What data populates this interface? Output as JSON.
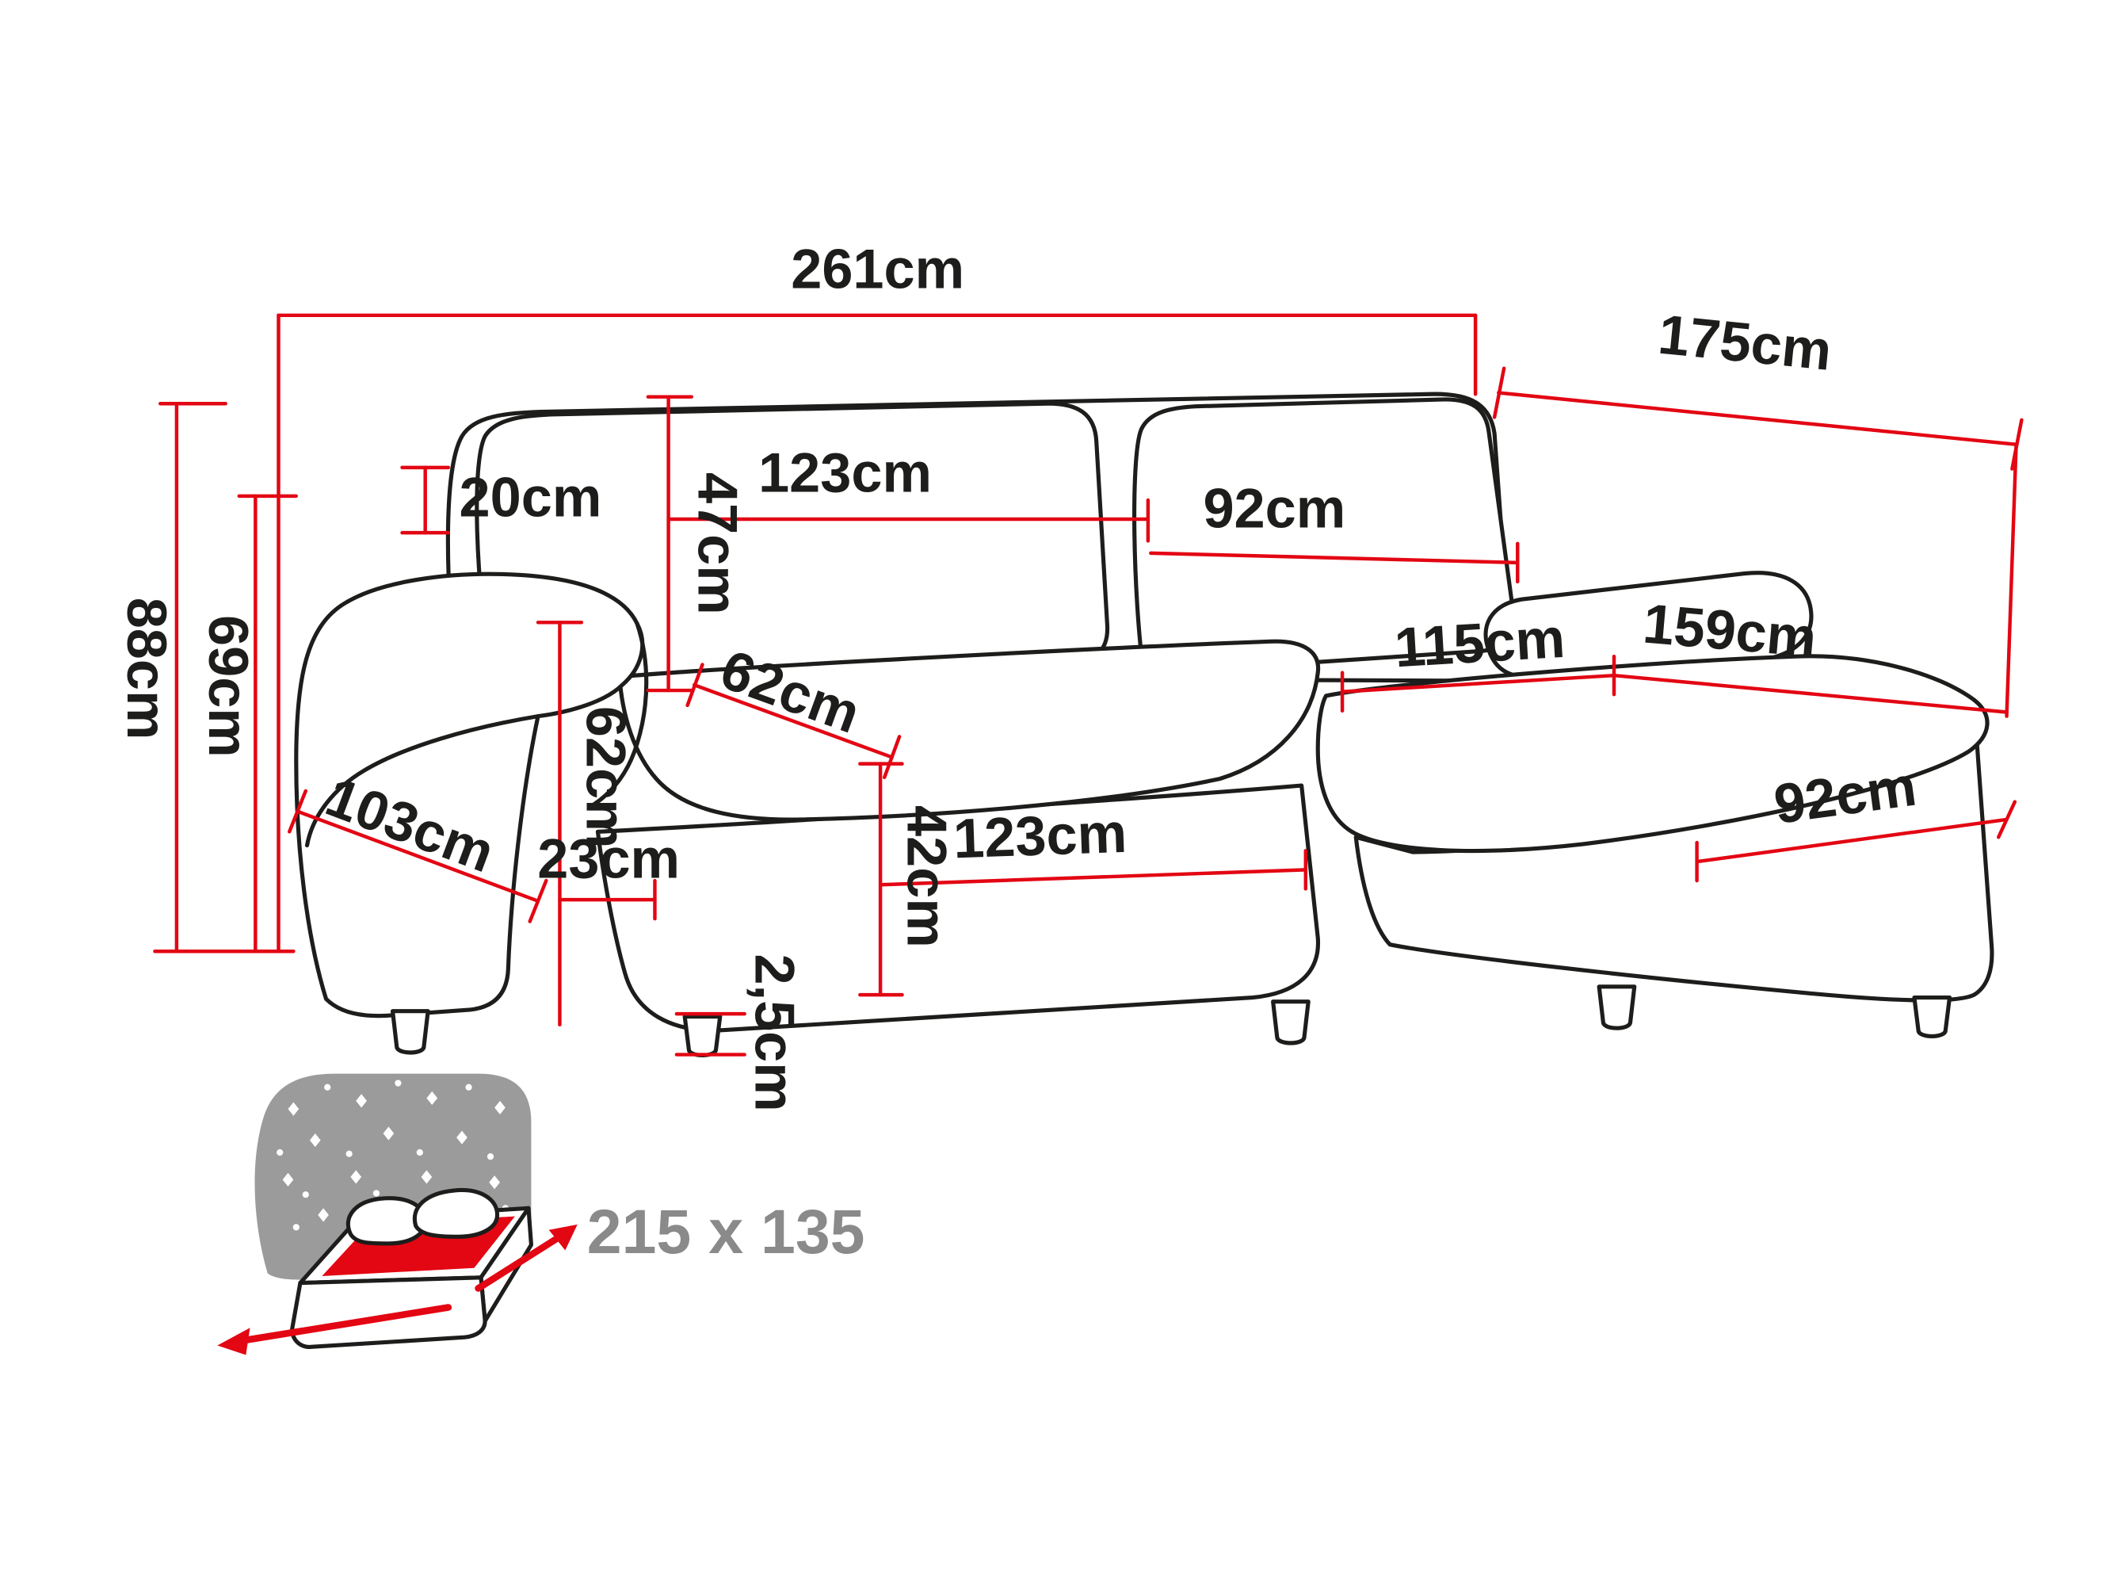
{
  "colors": {
    "dimension_red": "#e30613",
    "outline_black": "#1d1d1b",
    "night_panel_gray": "#9c9b9b",
    "bed_label_gray": "#8a8a8a",
    "background": "#ffffff"
  },
  "unit": "cm",
  "labels": {
    "total_width": "261cm",
    "total_depth": "175cm",
    "total_height": "88cm",
    "arm_outer_height": "69cm",
    "back_top_depth": "20cm",
    "backrest_height": "47cm",
    "backrest_left_width": "123cm",
    "backrest_right_width": "92cm",
    "seat_depth": "62cm",
    "arm_height": "62cm",
    "side_depth": "103cm",
    "arm_width": "23cm",
    "seat_height": "42cm",
    "seat_width": "123cm",
    "chaise_inner_width": "115cm",
    "chaise_length": "159cm",
    "chaise_front_width": "92cm",
    "leg_height": "2,5cm",
    "sleeping_area": "215 x 135"
  }
}
